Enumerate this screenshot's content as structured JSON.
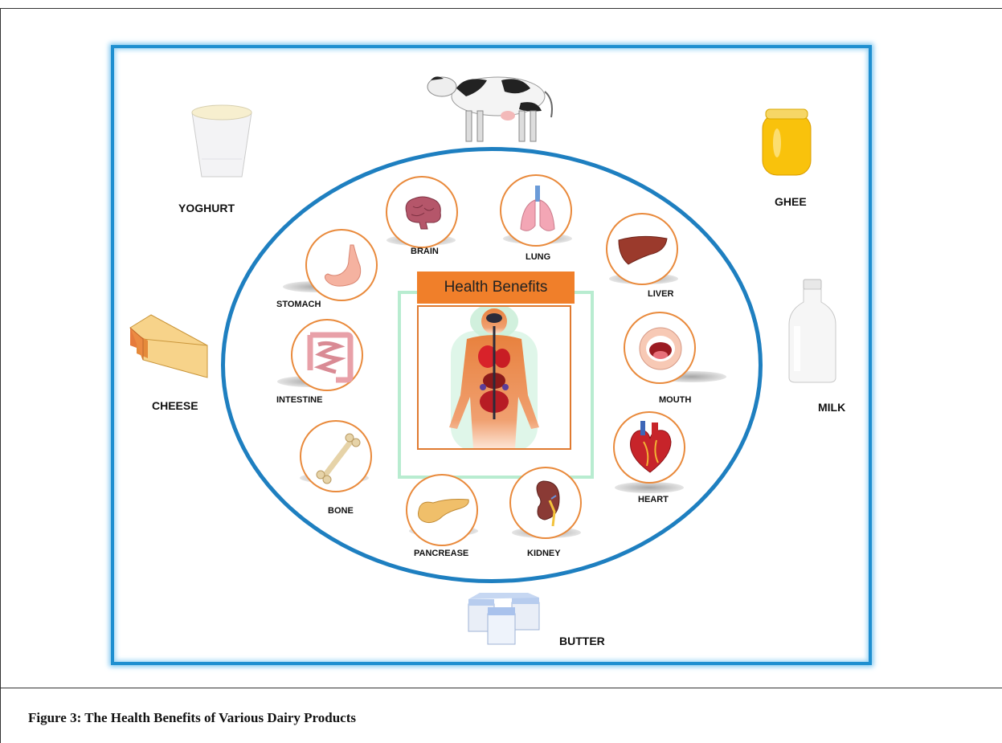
{
  "diagram": {
    "center_title": "Health Benefits",
    "organs": [
      {
        "label": "BRAIN",
        "icon": "brain-icon"
      },
      {
        "label": "LUNG",
        "icon": "lung-icon"
      },
      {
        "label": "LIVER",
        "icon": "liver-icon"
      },
      {
        "label": "MOUTH",
        "icon": "mouth-icon"
      },
      {
        "label": "HEART",
        "icon": "heart-icon"
      },
      {
        "label": "KIDNEY",
        "icon": "kidney-icon"
      },
      {
        "label": "PANCREASE",
        "icon": "pancreas-icon"
      },
      {
        "label": "BONE",
        "icon": "bone-icon"
      },
      {
        "label": "INTESTINE",
        "icon": "intestine-icon"
      },
      {
        "label": "STOMACH",
        "icon": "stomach-icon"
      }
    ],
    "products": [
      {
        "label": "YOGHURT",
        "icon": "yoghurt-cup-icon"
      },
      {
        "label": "GHEE",
        "icon": "ghee-jar-icon"
      },
      {
        "label": "CHEESE",
        "icon": "cheese-icon"
      },
      {
        "label": "MILK",
        "icon": "milk-bottle-icon"
      },
      {
        "label": "BUTTER",
        "icon": "butter-cups-icon"
      }
    ],
    "colors": {
      "frame": "#1e8fd0",
      "ellipse": "#1e7fc0",
      "accent": "#f07f2a"
    }
  },
  "caption": "Figure 3: The Health Benefits of Various Dairy Products"
}
